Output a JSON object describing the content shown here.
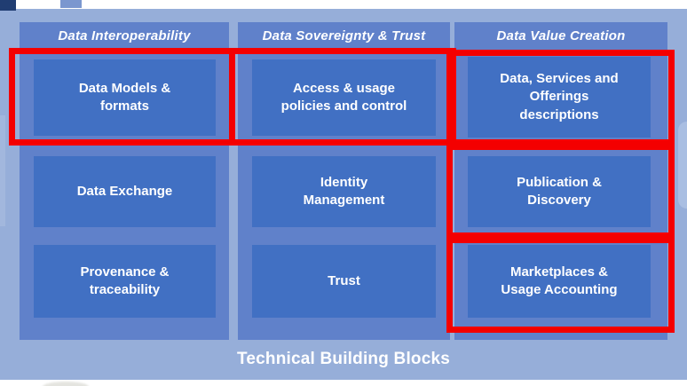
{
  "diagram": {
    "columns": [
      {
        "header": "Data Interoperability",
        "boxes": [
          "Data Models &\nformats",
          "Data Exchange",
          "Provenance &\ntraceability"
        ]
      },
      {
        "header": "Data Sovereignty & Trust",
        "boxes": [
          "Access & usage\npolicies and control",
          "Identity\nManagement",
          "Trust"
        ]
      },
      {
        "header": "Data Value Creation",
        "boxes": [
          "Data, Services and\nOfferings\ndescriptions",
          "Publication &\nDiscovery",
          "Marketplaces &\nUsage Accounting"
        ]
      }
    ],
    "footer_label": "Technical Building Blocks",
    "highlighted_blocks": [
      "Data Models & formats",
      "Access & usage policies and control",
      "Data, Services and Offerings descriptions",
      "Publication & Discovery",
      "Marketplaces & Usage Accounting"
    ],
    "colors": {
      "background": "#96aed9",
      "panel": "#6081ca",
      "block": "#4170c3",
      "highlight": "#f40000",
      "text": "#ffffff"
    }
  }
}
